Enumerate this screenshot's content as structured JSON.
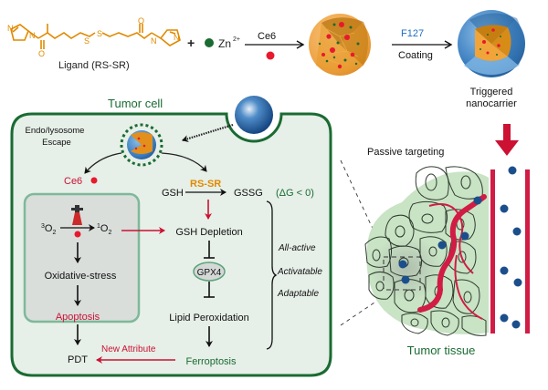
{
  "synthesis": {
    "ligand_label": "Ligand (RS-SR)",
    "plus": "+",
    "zinc_label": "Zn",
    "zinc_charge": "2+",
    "step1_label": "Ce6",
    "step2_top": "F127",
    "step2_bottom": "Coating",
    "product_label_line1": "Triggered",
    "product_label_line2": "nanocarrier",
    "atoms": {
      "N": "N",
      "O": "O",
      "S": "S"
    }
  },
  "cell": {
    "title": "Tumor cell",
    "escape_line1": "Endo/lysosome",
    "escape_line2": "Escape",
    "ce6": "Ce6",
    "o2_left": "O",
    "o2_left_sup": "3",
    "o2_sub": "2",
    "o2_right": "O",
    "o2_right_sup": "1",
    "oxidative": "Oxidative-stress",
    "apoptosis": "Apoptosis",
    "pdt": "PDT",
    "new_attribute": "New Attribute",
    "gsh": "GSH",
    "rssr": "RS-SR",
    "gssg": "GSSG",
    "delta_g": "(ΔG < 0)",
    "gsh_depletion": "GSH Depletion",
    "gpx4": "GPX4",
    "lipid": "Lipid Peroxidation",
    "ferroptosis": "Ferroptosis",
    "attributes": [
      "All-active",
      "Activatable",
      "Adaptable"
    ]
  },
  "tissue": {
    "passive": "Passive targeting",
    "label": "Tumor tissue"
  },
  "colors": {
    "orange": "#e08a00",
    "green_dark": "#1a6b32",
    "red": "#cc1133",
    "blue": "#1f5fa0",
    "blue_label": "#1e6fc0",
    "cell_fill": "#e6efe8",
    "inner_box": "#d9dedb",
    "inner_border": "#7fb89a"
  }
}
